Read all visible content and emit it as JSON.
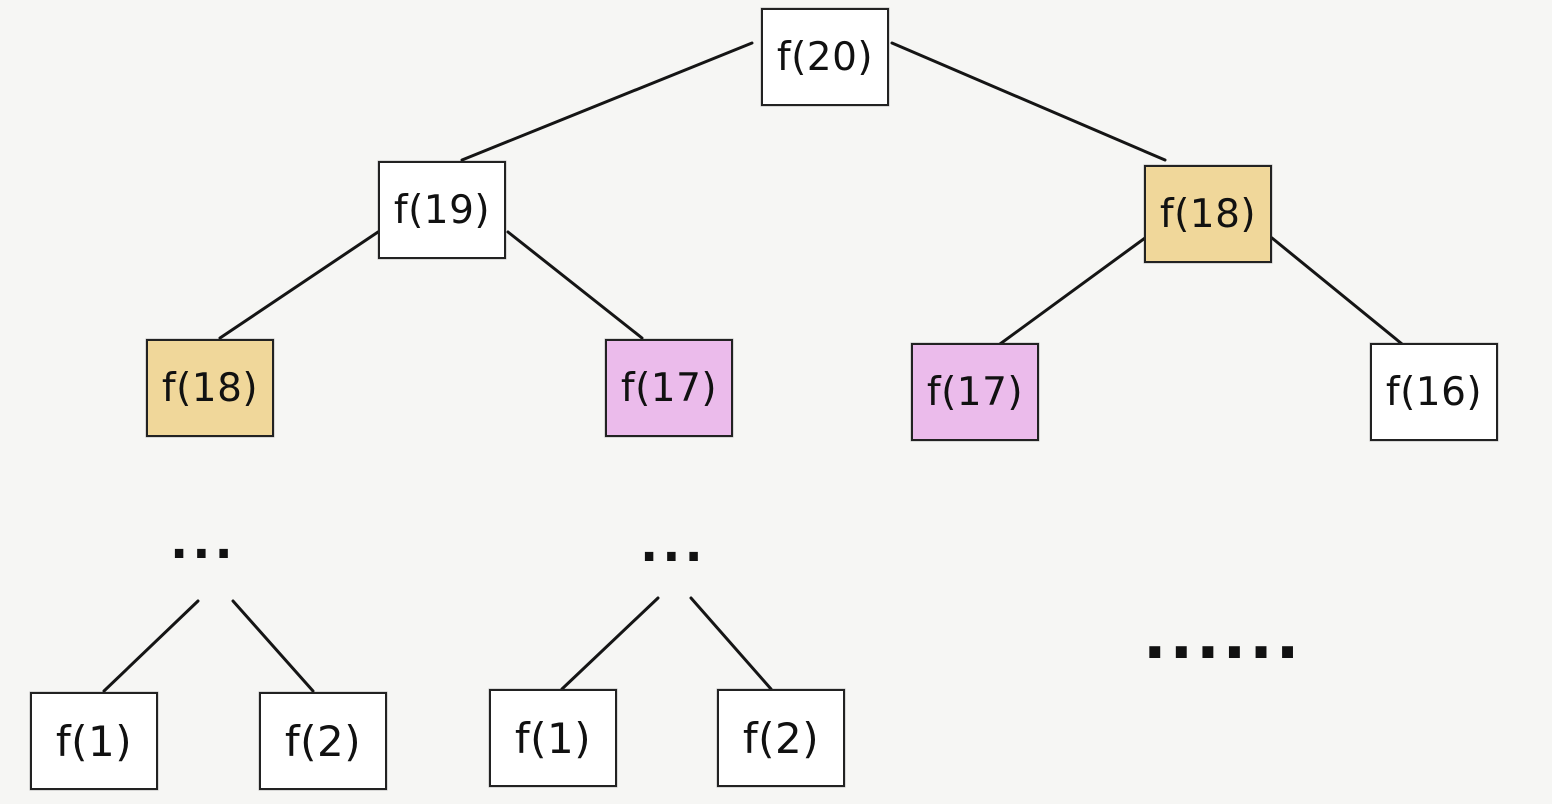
{
  "nodes": {
    "root": "f(20)",
    "left_child": "f(19)",
    "right_child": "f(18)",
    "left_left": "f(18)",
    "left_right": "f(17)",
    "right_left": "f(17)",
    "right_right": "f(16)",
    "bottom_1": "f(1)",
    "bottom_2": "f(2)",
    "bottom_3": "f(1)",
    "bottom_4": "f(2)"
  },
  "ellipses": {
    "left": "...",
    "middle": "...",
    "right": "......"
  },
  "colors": {
    "background": "#f6f6f4",
    "default_node": "#ffffff",
    "f18_highlight": "#f0d79a",
    "f17_highlight": "#ebbbeb",
    "line": "#151515"
  }
}
